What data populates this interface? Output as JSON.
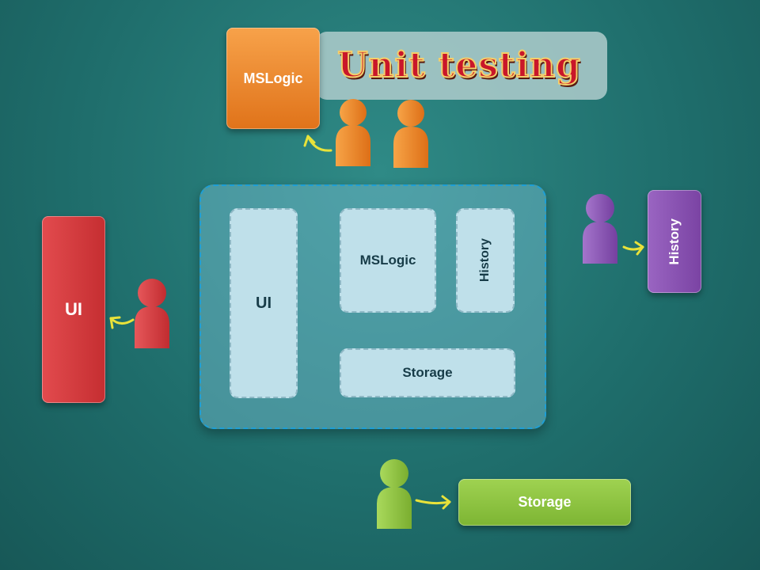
{
  "title": "Unit testing",
  "system": {
    "ui": "UI",
    "mslogic": "MSLogic",
    "history": "History",
    "storage": "Storage"
  },
  "external": {
    "mslogic": "MSLogic",
    "ui": "UI",
    "history": "History",
    "storage": "Storage"
  },
  "colors": {
    "orange": "#f0861f",
    "red": "#d7393c",
    "purple": "#8a53b3",
    "green": "#8cc43d",
    "arrow": "#e8e23a"
  },
  "icons": [
    "tester-person-icon",
    "arrow-icon"
  ]
}
